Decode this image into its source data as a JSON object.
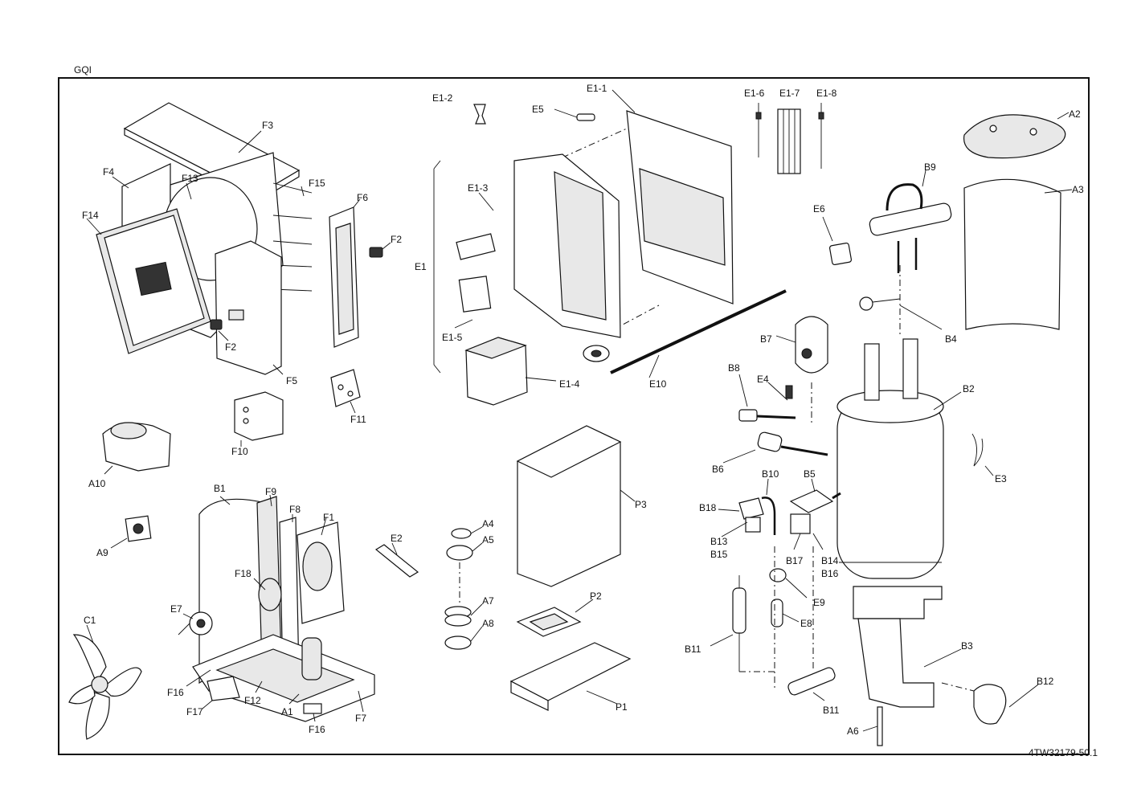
{
  "page_code": "GQI",
  "doc_number": "4TW32179-50.1",
  "labels": {
    "F3": "F3",
    "F4": "F4",
    "F13": "F13",
    "F14": "F14",
    "F15": "F15",
    "F6": "F6",
    "F2_top": "F2",
    "F2_mid": "F2",
    "F5": "F5",
    "F10": "F10",
    "F11": "F11",
    "A10": "A10",
    "A9": "A9",
    "C1": "C1",
    "B1": "B1",
    "F9": "F9",
    "F8": "F8",
    "F1": "F1",
    "F18": "F18",
    "E7": "E7",
    "F16_left": "F16",
    "F17": "F17",
    "F12": "F12",
    "A1": "A1",
    "F16_bottom": "F16",
    "F7": "F7",
    "E2": "E2",
    "E1_2": "E1-2",
    "E5": "E5",
    "E1_1": "E1-1",
    "E1_3": "E1-3",
    "E1": "E1",
    "E1_5": "E1-5",
    "E1_4": "E1-4",
    "E10": "E10",
    "E1_6": "E1-6",
    "E1_7": "E1-7",
    "E1_8": "E1-8",
    "A2": "A2",
    "A3": "A3",
    "B9": "B9",
    "E6": "E6",
    "B4": "B4",
    "B7": "B7",
    "B8": "B8",
    "E4": "E4",
    "B2": "B2",
    "E3": "E3",
    "B6": "B6",
    "A4": "A4",
    "A5": "A5",
    "A7": "A7",
    "A8": "A8",
    "P3": "P3",
    "P2": "P2",
    "P1": "P1",
    "B10": "B10",
    "B5": "B5",
    "B18": "B18",
    "B13": "B13",
    "B15": "B15",
    "B17": "B17",
    "B14": "B14",
    "B16": "B16",
    "E9": "E9",
    "E8": "E8",
    "B11_left": "B11",
    "B11_bottom": "B11",
    "B3": "B3",
    "B12": "B12",
    "A6": "A6"
  }
}
